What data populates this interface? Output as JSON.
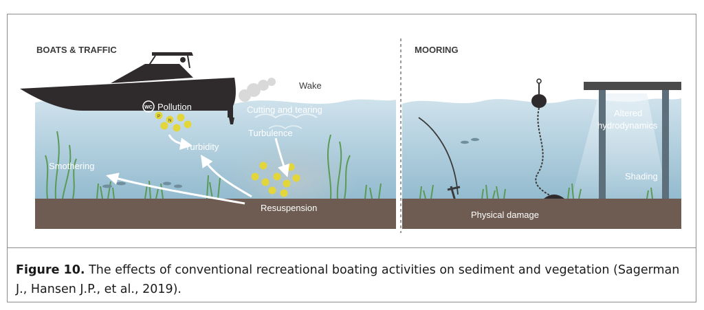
{
  "figure": {
    "left_panel": {
      "heading": "BOATS & TRAFFIC",
      "labels": {
        "wake": "Wake",
        "pollution": "Pollution",
        "wc_badge": "WC",
        "cutting": "Cutting and tearing",
        "turbulence": "Turbulence",
        "turbidity": "Turbidity",
        "smothering": "Smothering",
        "resuspension": "Resuspension"
      },
      "particle_letters": [
        "P",
        "N"
      ]
    },
    "right_panel": {
      "heading": "MOORING",
      "labels": {
        "altered_1": "Altered",
        "altered_2": "hydrodynamics",
        "shading": "Shading",
        "damage": "Physical damage"
      }
    },
    "colors": {
      "water_top": "#c7dde9",
      "water_bottom": "#8db7cc",
      "sediment": "#6e5c52",
      "boat": "#2f2b2c",
      "plants": "#5a9a55",
      "particles": "#e3d63a",
      "label_text": "#ffffff",
      "heading_text": "#3b3b3b"
    }
  },
  "caption": {
    "label": "Figure 10.",
    "text": " The effects of conventional recreational boating activities on sediment and vegetation (Sagerman J., Hansen J.P., et al., 2019)."
  }
}
